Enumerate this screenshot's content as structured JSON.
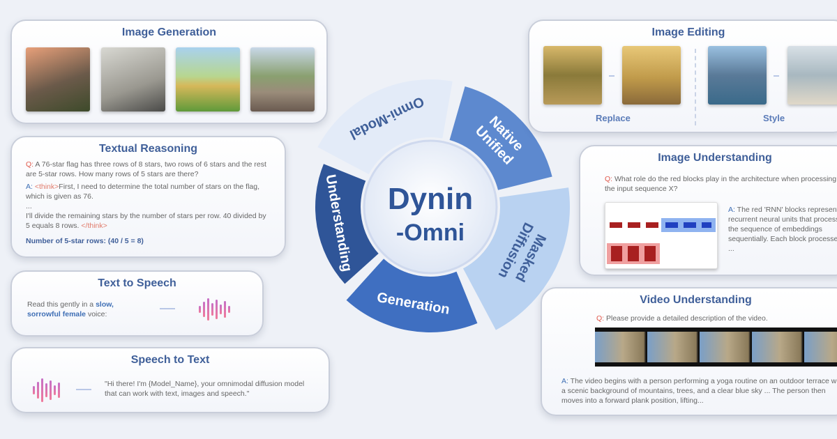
{
  "center": {
    "title_line1": "Dynin",
    "title_line2": "-Omni"
  },
  "segments": [
    {
      "label": "Omni-Modal",
      "color": "#e3ebf8",
      "text_color": "#3f5f99"
    },
    {
      "label": "Native Unified",
      "color": "#5d89cf",
      "text_color": "#ffffff"
    },
    {
      "label": "Masked Diffusion",
      "color": "#b9d2f1",
      "text_color": "#3f5f99"
    },
    {
      "label": "Generation",
      "color": "#3f6fc1",
      "text_color": "#ffffff"
    },
    {
      "label": "Understanding",
      "color": "#2f5598",
      "text_color": "#ffffff"
    }
  ],
  "image_generation": {
    "title": "Image Generation"
  },
  "textual_reasoning": {
    "title": "Textual Reasoning",
    "q_label": "Q:",
    "question": " A 76-star flag has three rows of 8 stars, two rows of 6 stars and the rest are 5-star rows. How many rows of 5 stars are there?",
    "a_label": "A:",
    "think_open": " <think>",
    "answer1": "First, I need to determine the total number of stars on the flag, which is given as 76.",
    "ellipsis": "...",
    "answer2": "I'll divide the remaining stars by the number of stars per row. 40 divided by 5 equals 8 rows. ",
    "think_close": "</think>",
    "final": "Number of 5-star rows: (40 / 5 = 8)"
  },
  "tts": {
    "title": "Text to Speech",
    "prompt_pre": "Read this gently in a ",
    "prompt_bold": "slow, sorrowful female",
    "prompt_post": " voice:"
  },
  "stt": {
    "title": "Speech to Text",
    "transcript": "\"Hi there! I'm {Model_Name}, your omnimodal diffusion model that can work with text, images and speech.\""
  },
  "image_editing": {
    "title": "Image Editing",
    "replace_label": "Replace",
    "style_label": "Style"
  },
  "image_understanding": {
    "title": "Image Understanding",
    "q_label": "Q:",
    "question": " What role do the red blocks play in the architecture when processing the input sequence X?",
    "a_label": "A:",
    "answer": " The red 'RNN' blocks represent recurrent neural units that process the sequence of embeddings sequentially. Each block processes ..."
  },
  "video_understanding": {
    "title": "Video Understanding",
    "q_label": "Q:",
    "question": " Please provide a detailed description of the video.",
    "a_label": "A:",
    "answer": " The video begins with a person performing a yoga routine on an outdoor terrace with a scenic background of mountains, trees, and a clear blue sky ... The person then moves into a forward plank position, lifting..."
  }
}
